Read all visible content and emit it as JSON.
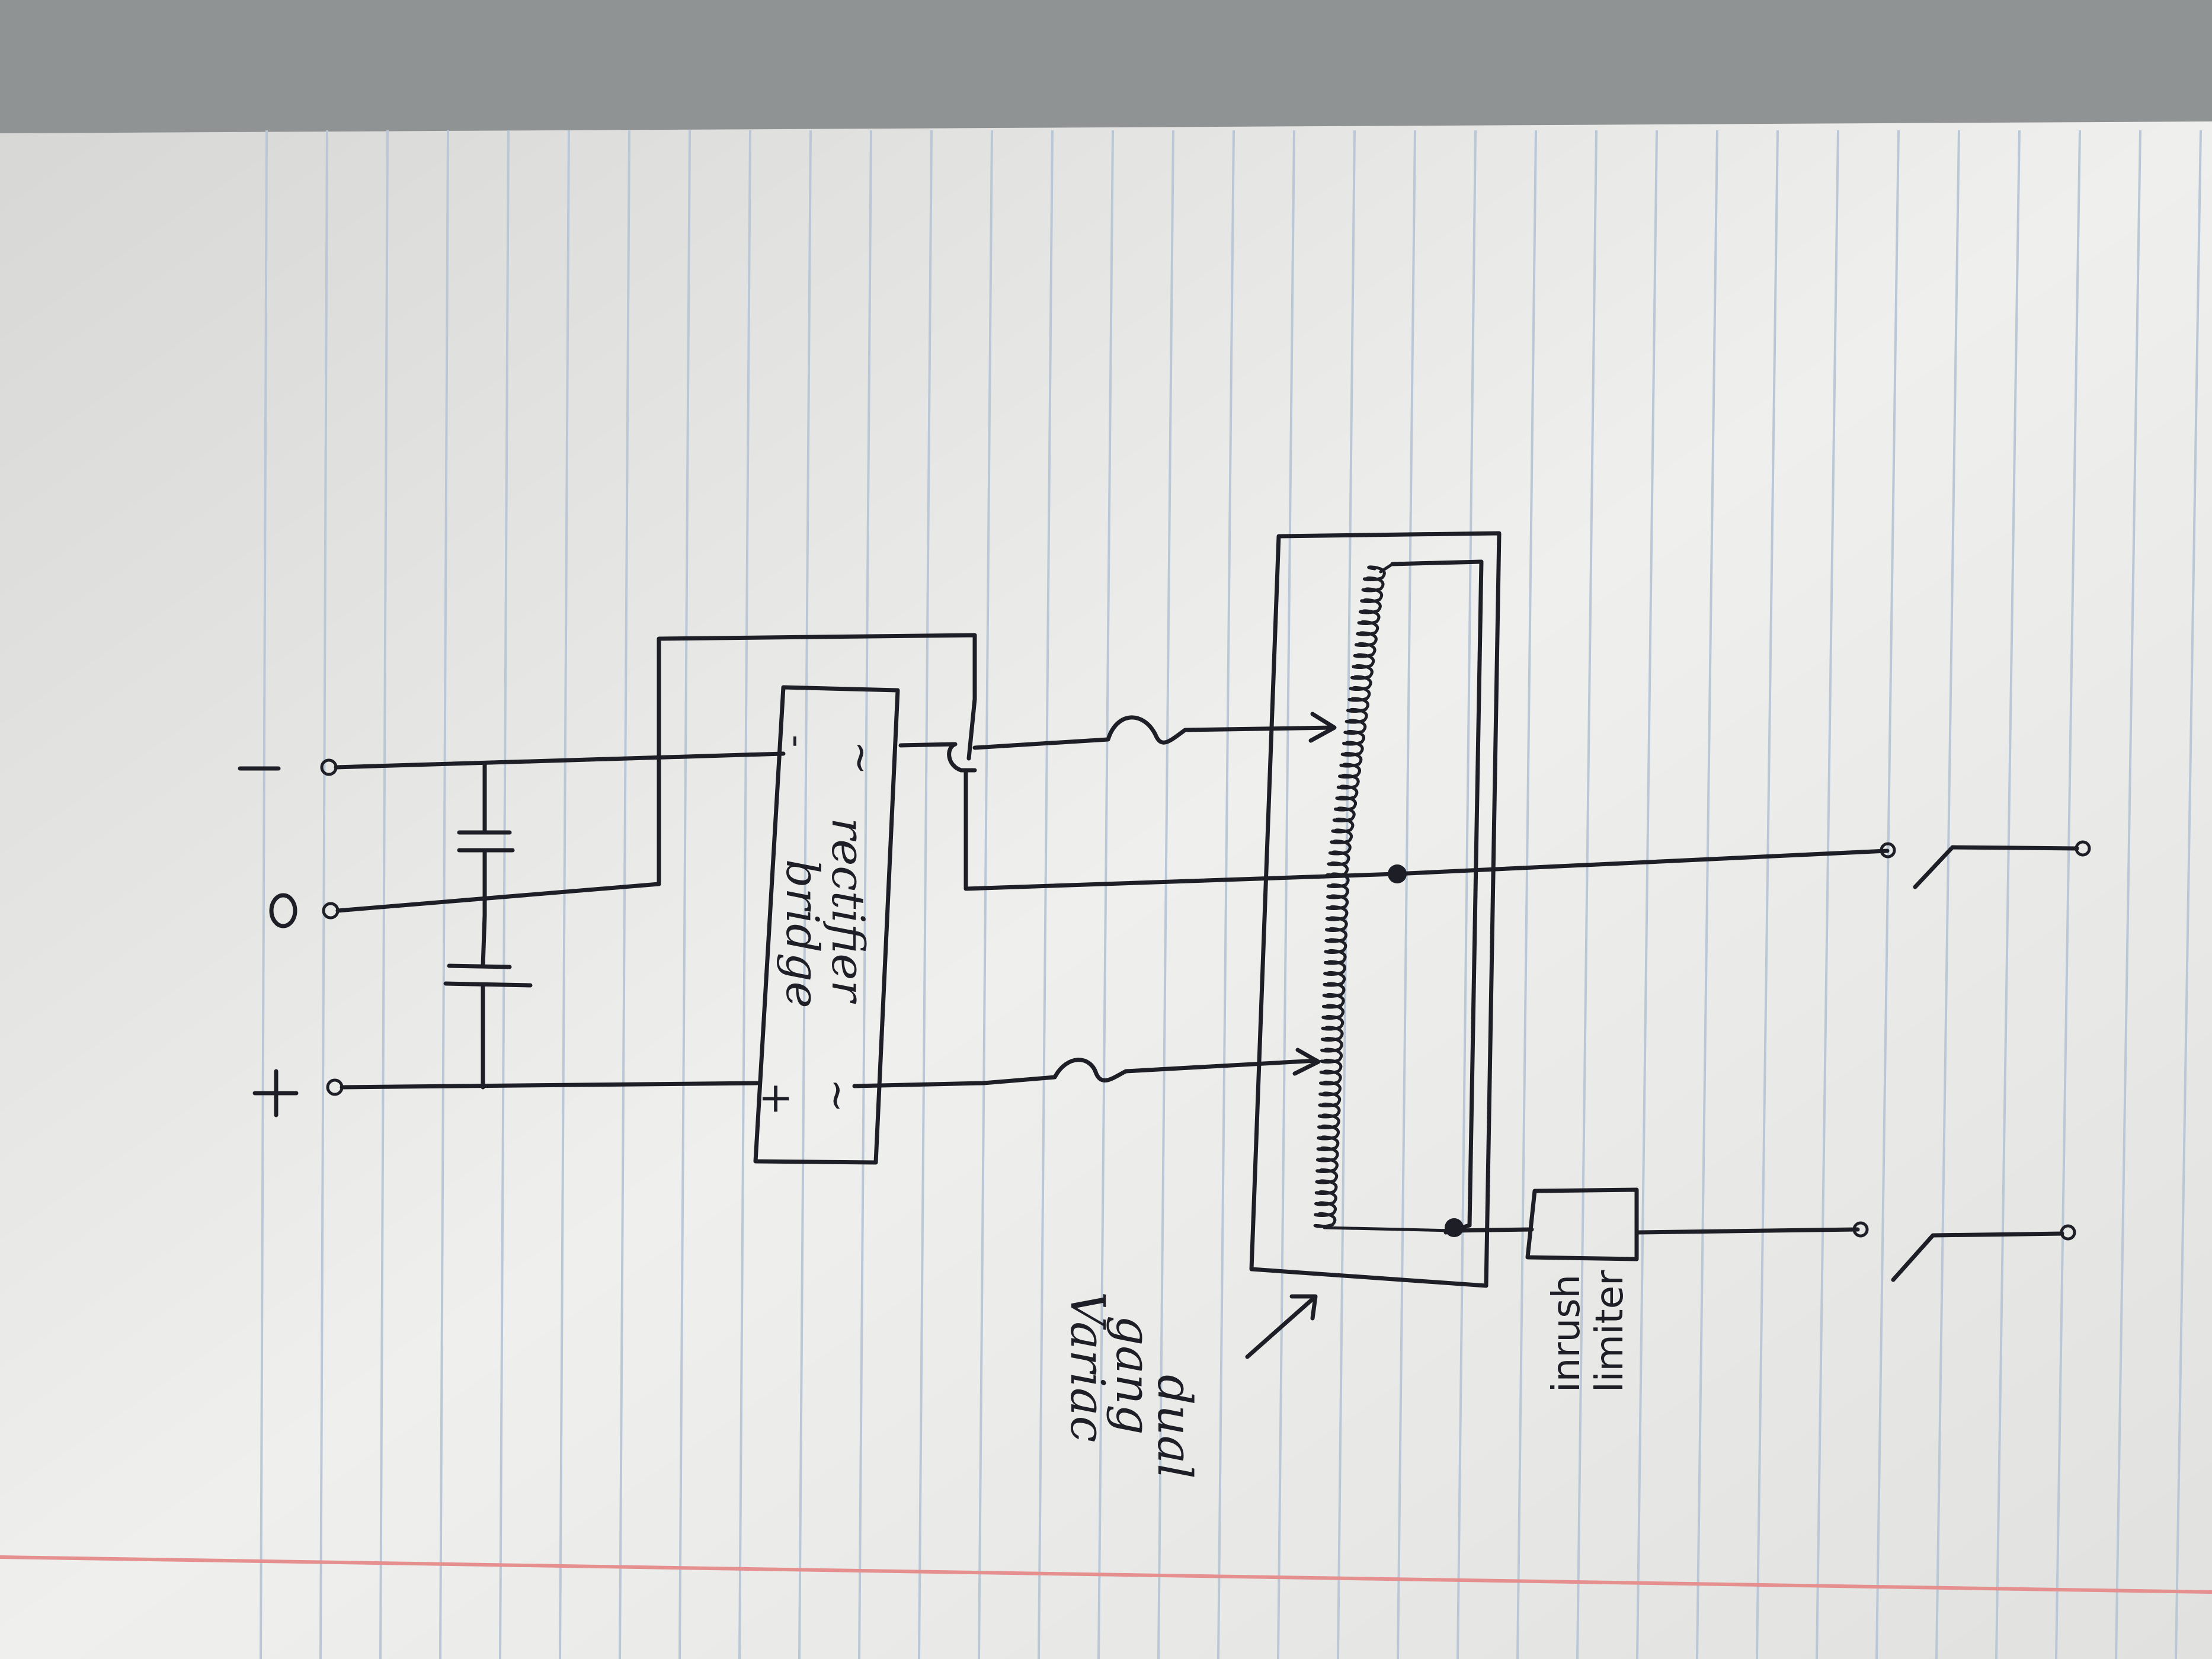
{
  "terminals": {
    "minus": "-",
    "zero": "0",
    "plus": "+"
  },
  "rectifier": {
    "label_line1": "rectifier",
    "label_line2": "bridge",
    "pin_ac_top": "~",
    "pin_ac_bottom": "~",
    "pin_minus": "-",
    "pin_plus": "+"
  },
  "variac": {
    "label_line1": "dual",
    "label_line2": "gang",
    "label_line3": "Variac"
  },
  "inrush": {
    "label_line1": "inrush",
    "label_line2": "limiter"
  },
  "colors": {
    "paper": "#efefed",
    "ruling": "#b7c6d6",
    "margin": "#e58f8f",
    "ink": "#1e1f26",
    "desk": "#8e9293"
  }
}
